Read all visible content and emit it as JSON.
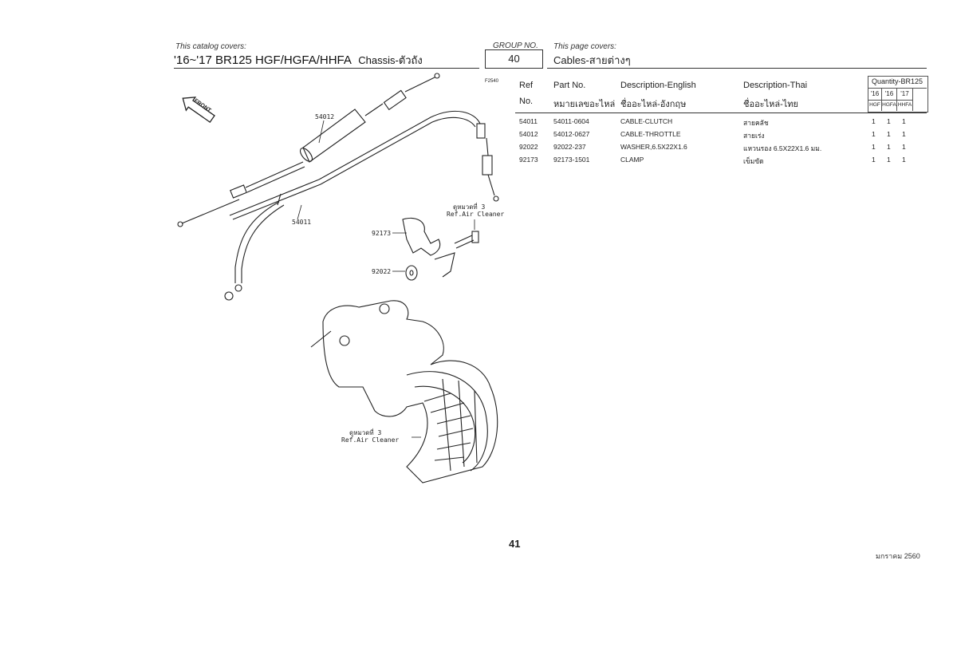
{
  "header": {
    "catalog_covers_label": "This catalog covers:",
    "model_title": "'16~'17 BR125 HGF/HGFA/HHFA",
    "section_title": "Chassis-ตัวถัง",
    "group_no_label": "GROUP NO.",
    "group_no": "40",
    "page_covers_label": "This page covers:",
    "page_title": "Cables-สายต่างๆ"
  },
  "diagram": {
    "figure_code": "F2540",
    "front_label": "FRONT",
    "callouts": [
      "54012",
      "54011",
      "92173",
      "92022"
    ],
    "ref_air_cleaner_th": "ดูหมวดที่ 3",
    "ref_air_cleaner_en": "Ref.Air Cleaner"
  },
  "table": {
    "headers": {
      "ref_en": "Ref",
      "ref_no": "No.",
      "part_no_en": "Part No.",
      "part_no_th": "หมายเลขอะไหล่",
      "desc_en_en": "Description-English",
      "desc_en_th": "ชื่ออะไหล่-อังกฤษ",
      "desc_th_en": "Description-Thai",
      "desc_th_th": "ชื่ออะไหล่-ไทย",
      "quantity": "Quantity-BR125",
      "years": [
        "'16",
        "'16",
        "'17"
      ],
      "variants": [
        "HGF",
        "HGFA",
        "HHFA"
      ]
    },
    "rows": [
      {
        "ref": "54011",
        "part": "54011-0604",
        "desc_en": "CABLE-CLUTCH",
        "desc_th": "สายคลัช",
        "q1": "1",
        "q2": "1",
        "q3": "1"
      },
      {
        "ref": "54012",
        "part": "54012-0627",
        "desc_en": "CABLE-THROTTLE",
        "desc_th": "สายเร่ง",
        "q1": "1",
        "q2": "1",
        "q3": "1"
      },
      {
        "ref": "92022",
        "part": "92022-237",
        "desc_en": "WASHER,6.5X22X1.6",
        "desc_th": "แหวนรอง 6.5X22X1.6 มม.",
        "q1": "1",
        "q2": "1",
        "q3": "1"
      },
      {
        "ref": "92173",
        "part": "92173-1501",
        "desc_en": "CLAMP",
        "desc_th": "เข็มขัด",
        "q1": "1",
        "q2": "1",
        "q3": "1"
      }
    ]
  },
  "footer": {
    "page_number": "41",
    "date": "มกราคม 2560"
  }
}
